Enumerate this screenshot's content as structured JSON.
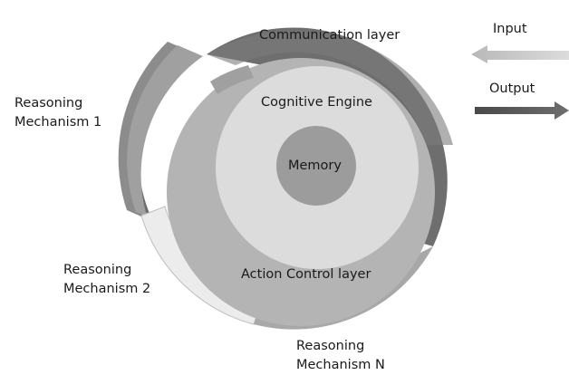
{
  "diagram": {
    "layers": {
      "communication": "Communication layer",
      "cognitive": "Cognitive Engine",
      "memory": "Memory",
      "action_control": "Action Control layer"
    },
    "reasoning": {
      "m1_line1": "Reasoning",
      "m1_line2": "Mechanism 1",
      "m2_line1": "Reasoning",
      "m2_line2": "Mechanism 2",
      "mn_line1": "Reasoning",
      "mn_line2": "Mechanism N"
    },
    "io": {
      "input": "Input",
      "output": "Output"
    }
  }
}
